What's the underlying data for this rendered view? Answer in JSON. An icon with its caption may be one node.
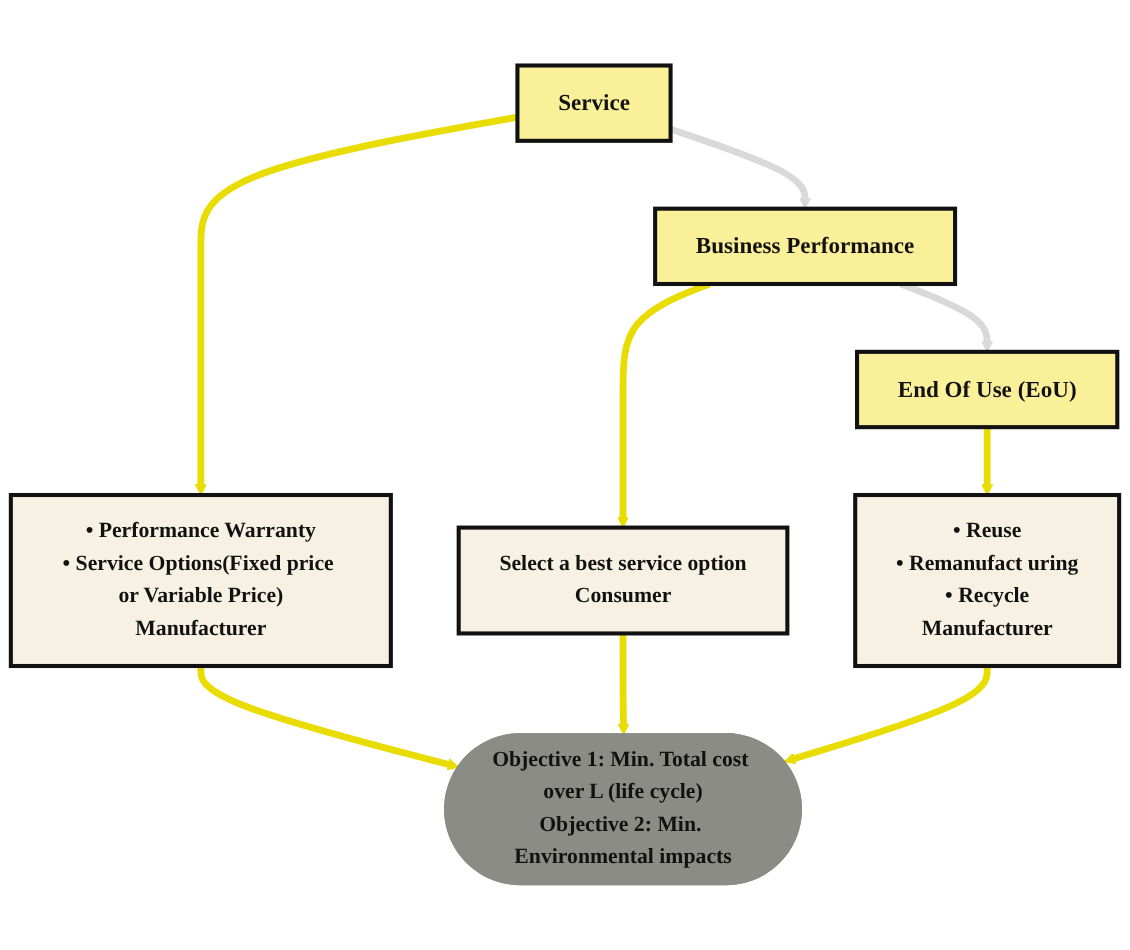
{
  "diagram": {
    "nodes": [
      {
        "text": [
          "Service"
        ]
      },
      {
        "text": [
          "Business Performance"
        ]
      },
      {
        "text": [
          "End Of Use (EoU)"
        ]
      },
      {
        "text": [
          "• Performance Warranty",
          "• Service Options(Fixed price or Variable Price)",
          "Manufacturer"
        ]
      },
      {
        "text": [
          "Select a best service option",
          "Consumer"
        ]
      },
      {
        "text": [
          "• Reuse",
          "• Remanufact uring",
          "• Recycle",
          "Manufacturer"
        ]
      },
      {
        "text": [
          "Objective 1: Min. Total cost over L (life cycle)",
          "Objective 2: Min. Environmental impacts"
        ]
      }
    ],
    "edges": [
      {
        "from": 0,
        "to": 1,
        "arrow": "to",
        "color": "#d9d9d9"
      },
      {
        "from": 1,
        "to": 2,
        "arrow": "to",
        "color": "#d9d9d9"
      },
      {
        "from": 0,
        "to": 3,
        "arrow": "to"
      },
      {
        "from": 1,
        "to": 4,
        "arrow": "to"
      },
      {
        "from": 2,
        "to": 5,
        "arrow": "to"
      },
      {
        "from": 3,
        "to": 6,
        "arrow": "to"
      },
      {
        "from": 4,
        "to": 6,
        "arrow": "to"
      },
      {
        "from": 5,
        "to": 6,
        "arrow": "to"
      }
    ]
  }
}
